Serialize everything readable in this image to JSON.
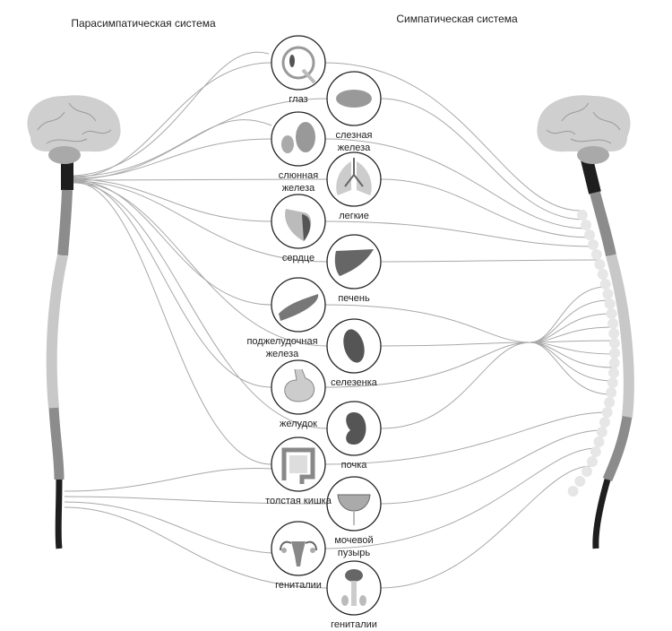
{
  "titles": {
    "parasympathetic": "Парасимпатическая система",
    "sympathetic": "Симпатическая система"
  },
  "organs": [
    {
      "id": "eye",
      "lines": [
        "глаз"
      ],
      "icon": "eye-icon",
      "col": "L"
    },
    {
      "id": "lacrimal",
      "lines": [
        "слезная",
        "железа"
      ],
      "icon": "lacrimal-gland-icon",
      "col": "R"
    },
    {
      "id": "salivary",
      "lines": [
        "слюнная",
        "железа"
      ],
      "icon": "salivary-gland-icon",
      "col": "L"
    },
    {
      "id": "lungs",
      "lines": [
        "легкие"
      ],
      "icon": "lungs-icon",
      "col": "R"
    },
    {
      "id": "heart",
      "lines": [
        "сердце"
      ],
      "icon": "heart-icon",
      "col": "L"
    },
    {
      "id": "liver",
      "lines": [
        "печень"
      ],
      "icon": "liver-icon",
      "col": "R"
    },
    {
      "id": "pancreas",
      "lines": [
        "поджелудочная",
        "железа"
      ],
      "icon": "pancreas-icon",
      "col": "L"
    },
    {
      "id": "spleen",
      "lines": [
        "селезенка"
      ],
      "icon": "spleen-icon",
      "col": "R"
    },
    {
      "id": "stomach",
      "lines": [
        "желудок"
      ],
      "icon": "stomach-icon",
      "col": "L"
    },
    {
      "id": "kidney",
      "lines": [
        "почка"
      ],
      "icon": "kidney-icon",
      "col": "R"
    },
    {
      "id": "colon",
      "lines": [
        "толстая кишка"
      ],
      "icon": "colon-icon",
      "col": "L"
    },
    {
      "id": "bladder",
      "lines": [
        "мочевой",
        "пузырь"
      ],
      "icon": "bladder-icon",
      "col": "R"
    },
    {
      "id": "genitals-f",
      "lines": [
        "гениталии"
      ],
      "icon": "female-genitals-icon",
      "col": "L"
    },
    {
      "id": "genitals-m",
      "lines": [
        "гениталии"
      ],
      "icon": "male-genitals-icon",
      "col": "R"
    }
  ],
  "colors": {
    "nerve": "#a8a8a8",
    "black": "#1e1e1e",
    "dark": "#8c8c8c",
    "light": "#c8c8c8",
    "brain": "#cfcfcf",
    "chain": "#e6e6e6"
  }
}
